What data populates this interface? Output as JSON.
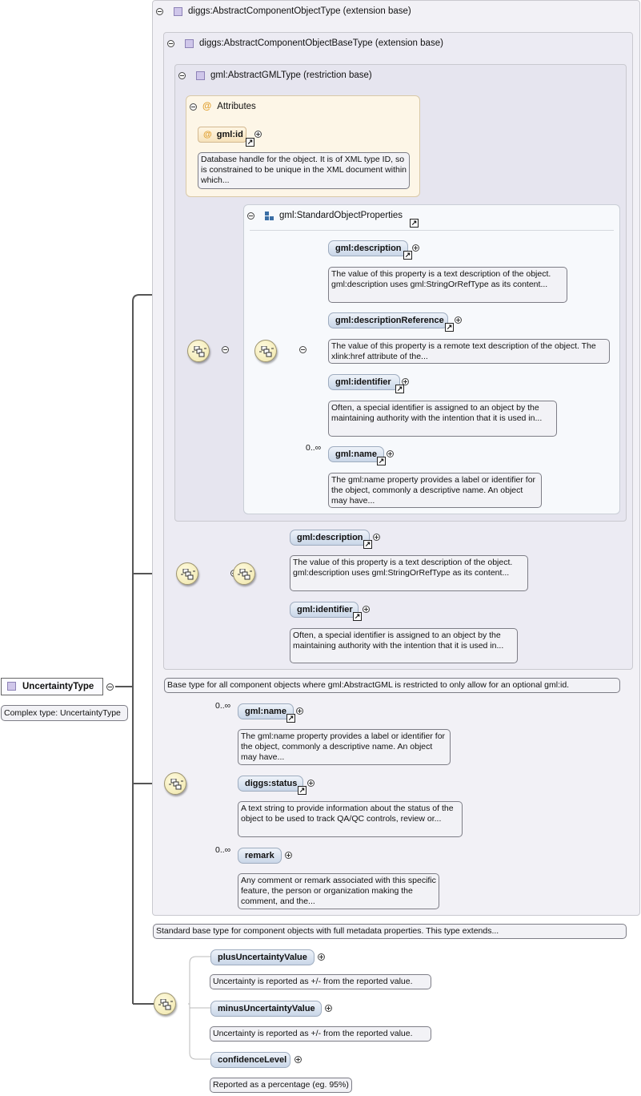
{
  "root": {
    "name": "UncertaintyType",
    "doc": "Complex type: UncertaintyType"
  },
  "ext1": {
    "title": "diggs:AbstractComponentObjectType (extension base)",
    "doc": "Standard base type for component objects with full metadata properties. This type extends..."
  },
  "ext2": {
    "title": "diggs:AbstractComponentObjectBaseType (extension base)",
    "doc": "Base type for all component objects where gml:AbstractGML is restricted to only allow for an optional gml:id."
  },
  "gml": {
    "title": "gml:AbstractGMLType (restriction base)"
  },
  "attributes": {
    "title": "Attributes",
    "id_label": "gml:id",
    "id_doc": "Database handle for the object. It is of XML type ID, so is constrained to be unique in the XML document within which..."
  },
  "std": {
    "title": "gml:StandardObjectProperties",
    "items": [
      {
        "label": "gml:description",
        "doc": "The value of this property is a text description of the object. gml:description uses gml:StringOrRefType as its content...",
        "occ": ""
      },
      {
        "label": "gml:descriptionReference",
        "doc": "The value of this property is a remote text description of the object. The xlink:href attribute of the...",
        "occ": ""
      },
      {
        "label": "gml:identifier",
        "doc": "Often, a special identifier is assigned to an object by the maintaining authority with the intention that it is used in...",
        "occ": ""
      },
      {
        "label": "gml:name",
        "doc": "The gml:name property provides a label or identifier for the object, commonly a descriptive name. An object may have...",
        "occ": "0..∞"
      }
    ]
  },
  "base_seq": {
    "items": [
      {
        "label": "gml:description",
        "doc": "The value of this property is a text description of the object. gml:description uses gml:StringOrRefType as its content..."
      },
      {
        "label": "gml:identifier",
        "doc": "Often, a special identifier is assigned to an object by the maintaining authority with the intention that it is used in..."
      }
    ]
  },
  "comp_seq": {
    "items": [
      {
        "label": "gml:name",
        "doc": "The gml:name property provides a label or identifier for the object, commonly a descriptive name. An object may have...",
        "occ": "0..∞"
      },
      {
        "label": "diggs:status",
        "doc": "A text string to provide information about the status of the object to be used to track QA/QC controls, review or...",
        "occ": ""
      },
      {
        "label": "remark",
        "doc": "Any comment or remark associated with this specific feature, the person or organization making the comment, and the...",
        "occ": "0..∞"
      }
    ]
  },
  "unc_seq": {
    "items": [
      {
        "label": "plusUncertaintyValue",
        "doc": "Uncertainty is reported as +/- from the reported value."
      },
      {
        "label": "minusUncertaintyValue",
        "doc": "Uncertainty is reported as +/- from the reported value."
      },
      {
        "label": "confidenceLevel",
        "doc": "Reported as a percentage (eg. 95%)"
      }
    ]
  }
}
